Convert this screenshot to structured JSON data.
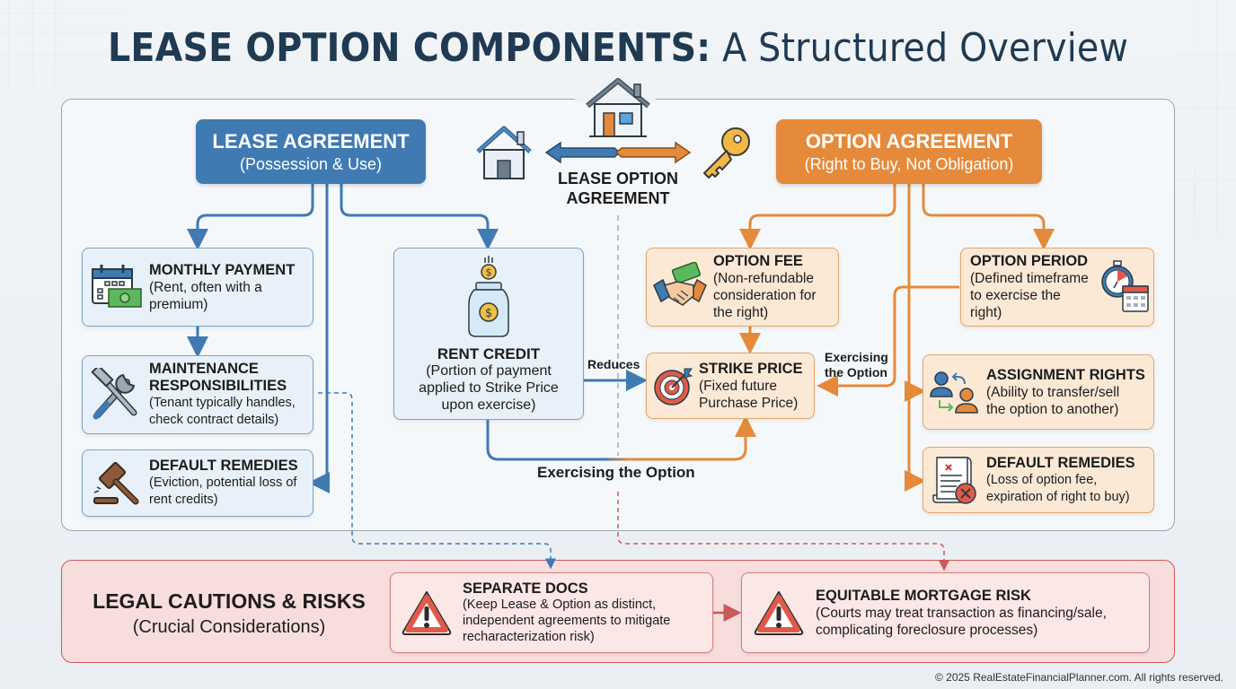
{
  "title": {
    "bold": "LEASE OPTION COMPONENTS:",
    "light": " A Structured Overview"
  },
  "center": {
    "label_line1": "LEASE OPTION",
    "label_line2": "AGREEMENT",
    "icons": [
      "house-icon",
      "house-large-icon",
      "double-arrow-icon",
      "key-icon"
    ]
  },
  "lease": {
    "title": "LEASE AGREEMENT",
    "subtitle": "(Possession & Use)",
    "color": "#3f7ab3",
    "cards": {
      "monthly_payment": {
        "title": "MONTHLY PAYMENT",
        "desc": "(Rent, often with a premium)",
        "icon": "calendar-money-icon"
      },
      "maintenance": {
        "title": "MAINTENANCE RESPONSIBILITIES",
        "desc": "(Tenant typically handles, check contract details)",
        "icon": "wrench-hammer-icon"
      },
      "default_remedies": {
        "title": "DEFAULT REMEDIES",
        "desc": "(Eviction, potential loss of rent credits)",
        "icon": "gavel-icon"
      },
      "rent_credit": {
        "title": "RENT CREDIT",
        "desc": "(Portion of payment applied to Strike Price upon exercise)",
        "icon": "coin-jar-icon"
      }
    }
  },
  "option": {
    "title": "OPTION AGREEMENT",
    "subtitle": "(Right to Buy, Not Obligation)",
    "color": "#e58a3a",
    "cards": {
      "option_fee": {
        "title": "OPTION FEE",
        "desc": "(Non-refundable consideration for the right)",
        "icon": "handshake-money-icon"
      },
      "strike_price": {
        "title": "STRIKE PRICE",
        "desc": "(Fixed future Purchase Price)",
        "icon": "target-icon"
      },
      "option_period": {
        "title": "OPTION PERIOD",
        "desc": "(Defined timeframe to exercise the right)",
        "icon": "stopwatch-calendar-icon"
      },
      "assignment_rights": {
        "title": "ASSIGNMENT RIGHTS",
        "desc": "(Ability to transfer/sell the option to another)",
        "icon": "transfer-people-icon"
      },
      "default_remedies": {
        "title": "DEFAULT REMEDIES",
        "desc": "(Loss of option fee, expiration of right to buy)",
        "icon": "document-x-icon"
      }
    }
  },
  "connectors": {
    "reduces": "Reduces",
    "exercising_bottom": "Exercising the Option",
    "exercising_side_line1": "Exercising",
    "exercising_side_line2": "the Option"
  },
  "legal": {
    "title": "LEGAL CAUTIONS & RISKS",
    "subtitle": "(Crucial Considerations)",
    "color": "#c9595a",
    "cards": {
      "separate_docs": {
        "title": "SEPARATE DOCS",
        "desc": "(Keep Lease & Option as distinct, independent agreements to mitigate recharacterization risk)",
        "icon": "warning-icon"
      },
      "equitable_mortgage": {
        "title": "EQUITABLE MORTGAGE RISK",
        "desc": "(Courts may treat transaction as financing/sale, complicating foreclosure processes)",
        "icon": "warning-icon"
      }
    }
  },
  "footer": {
    "copyright": "© 2025 RealEstateFinancialPlanner.com. All rights reserved."
  }
}
